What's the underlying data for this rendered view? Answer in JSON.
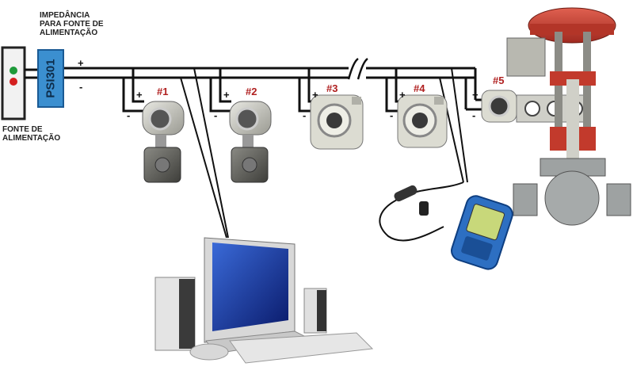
{
  "labels": {
    "impedance": [
      "IMPEDÂNCIA",
      "PARA FONTE DE",
      "ALIMENTAÇÃO"
    ],
    "power_supply": [
      "FONTE DE",
      "ALIMENTAÇÃO"
    ],
    "psi": "PSI301",
    "plus": "+",
    "minus": "-"
  },
  "device_tags": [
    "#1",
    "#2",
    "#3",
    "#4",
    "#5"
  ],
  "colors": {
    "wire": "#111111",
    "tag_red": "#b02020",
    "psi_blue": "#3b8fd0",
    "led_green": "#1e9a3a",
    "led_red": "#d42020",
    "valve_red": "#c0392b",
    "handheld_blue": "#2d6fc2"
  }
}
